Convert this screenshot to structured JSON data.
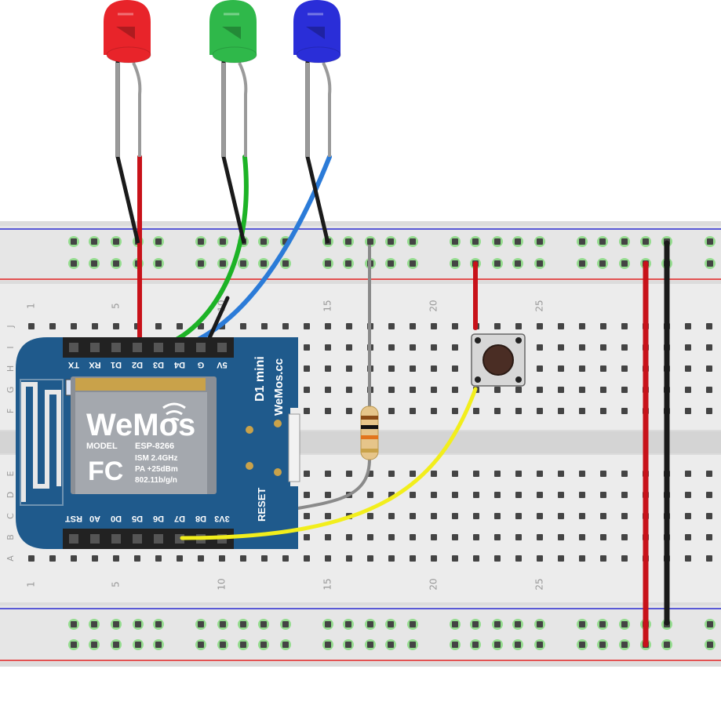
{
  "breadboard": {
    "row_letters_top": [
      "J",
      "I",
      "H",
      "G",
      "F"
    ],
    "row_letters_bottom": [
      "E",
      "D",
      "C",
      "B",
      "A"
    ],
    "column_numbers": [
      "1",
      "5",
      "10",
      "15",
      "20",
      "25"
    ]
  },
  "board": {
    "model_name": "D1 mini",
    "site": "WeMos.cc",
    "top_pins": [
      "TX",
      "RX",
      "D1",
      "D2",
      "D3",
      "D4",
      "G",
      "5V"
    ],
    "bottom_pins": [
      "RST",
      "A0",
      "D0",
      "D5",
      "D6",
      "D7",
      "D8",
      "3V3"
    ],
    "reset_label": "RESET",
    "colors": {
      "pcb": "#1f5a8c",
      "pin_header": "#222222"
    }
  },
  "module": {
    "logo": "WeMos",
    "model_label": "MODEL",
    "model_value": "ESP-8266",
    "specs": [
      "ISM 2.4GHz",
      "PA +25dBm",
      "802.11b/g/n"
    ],
    "fcc": "FC"
  },
  "leds": [
    {
      "name": "red-led",
      "color": "#e8242a"
    },
    {
      "name": "green-led",
      "color": "#2fb84a"
    },
    {
      "name": "blue-led",
      "color": "#2a2ed8"
    }
  ],
  "wires": {
    "red": "#c8121a",
    "green": "#1db326",
    "blue": "#2b7bd8",
    "yellow": "#f2ee1c",
    "black": "#1a1a1a",
    "gray": "#8a8a8a"
  }
}
